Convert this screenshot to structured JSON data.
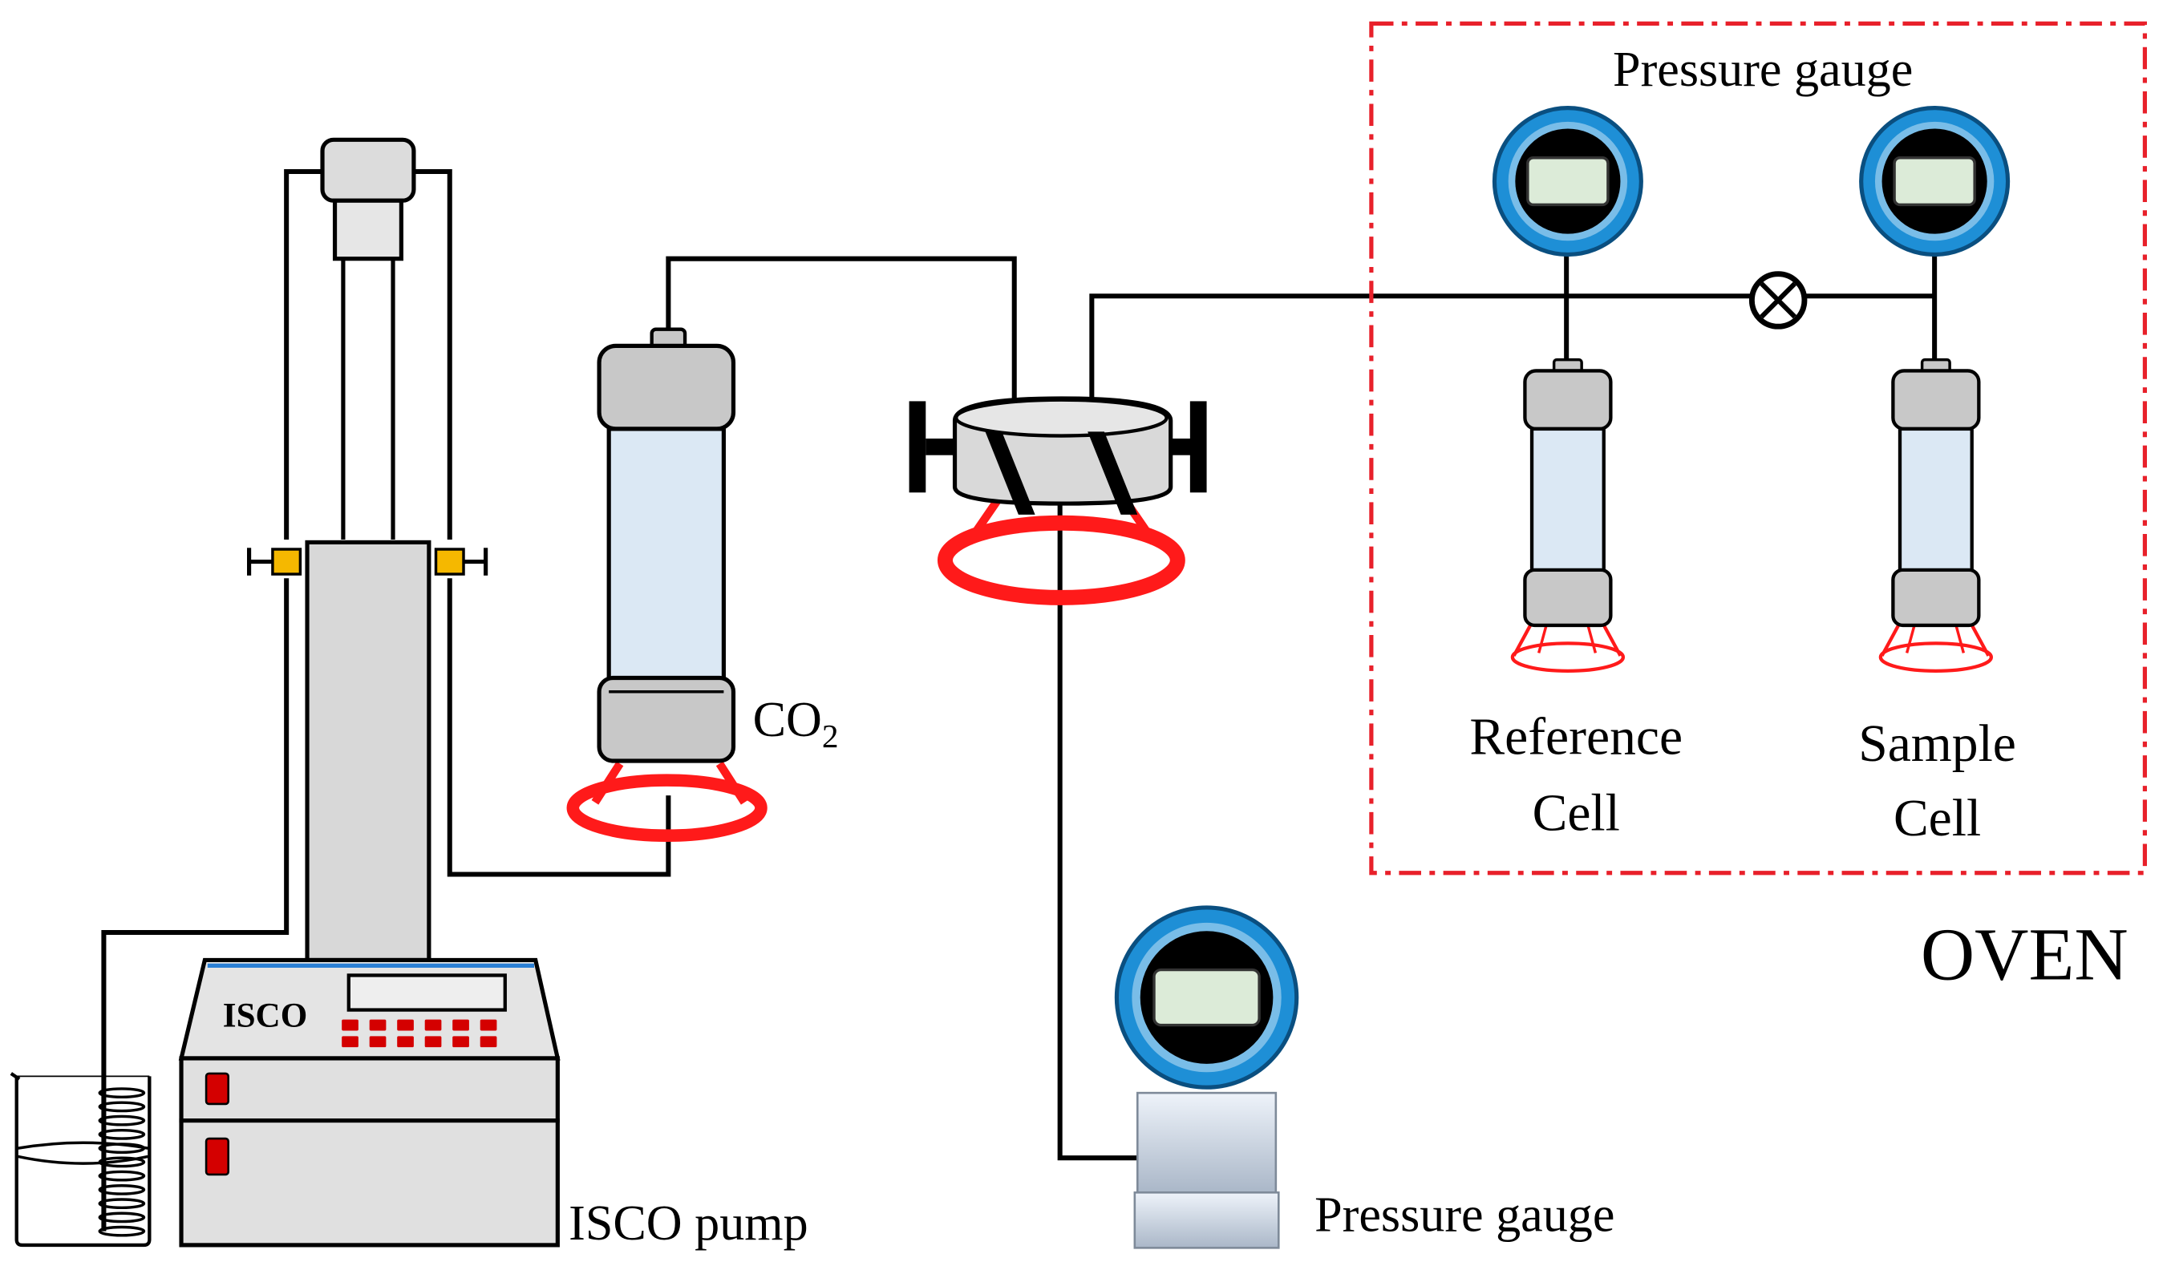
{
  "labels": {
    "oven_gauge": "Pressure gauge",
    "reference_cell_line1": "Reference",
    "reference_cell_line2": "Cell",
    "sample_cell_line1": "Sample",
    "sample_cell_line2": "Cell",
    "oven": "OVEN",
    "co2_main": "CO",
    "co2_sub": "2",
    "isco_brand": "ISCO",
    "isco_pump": "ISCO pump",
    "bottom_gauge": "Pressure gauge"
  },
  "colors": {
    "tubing": "#000000",
    "cylinder_body": "#dbe8f4",
    "cylinder_cap": "#c8c8c8",
    "stand_red": "#ff1a1a",
    "oven_border": "#e8202a",
    "gauge_ring": "#1e8fd6",
    "gauge_screen": "#dcebd8",
    "pump_body": "#e3e3e3",
    "pump_buttons": "#d40000",
    "fitting_yellow": "#f5b800"
  },
  "icons": {
    "valve": "valve-icon",
    "gauge": "pressure-gauge-icon",
    "beaker": "beaker-icon"
  }
}
